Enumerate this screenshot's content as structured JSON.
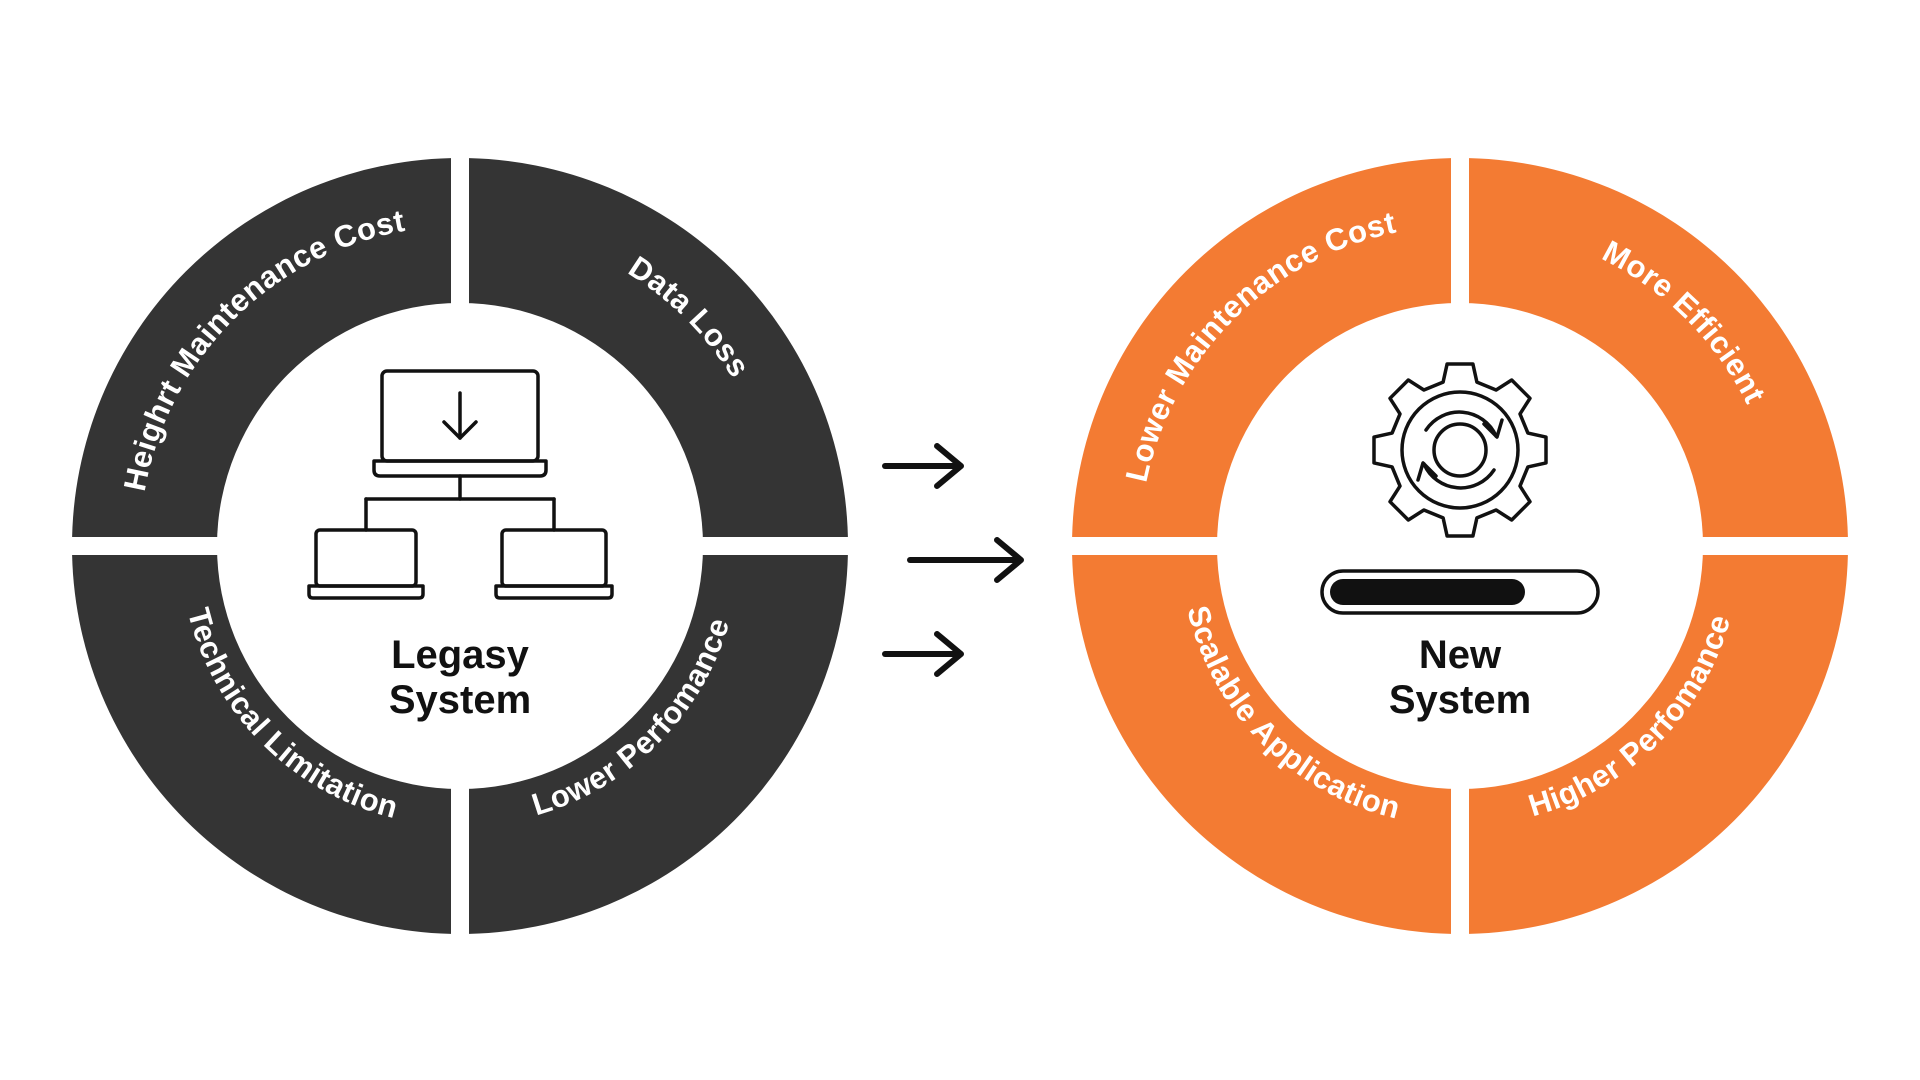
{
  "legacy": {
    "title_line1": "Legasy",
    "title_line2": "System",
    "color": "#343434",
    "center_icon": "network-download-icon",
    "segments": [
      "Heighrt Maintenance Cost",
      "Data Loss",
      "Technical Limitation",
      "Lower Perfomance"
    ]
  },
  "new_system": {
    "title_line1": "New",
    "title_line2": "System",
    "color": "#F37B33",
    "center_icon": "gear-sync-icon",
    "progress_fraction": 0.75,
    "segments": [
      "Lower Maintenance Cost",
      "More Efficient",
      "Scalable Application",
      "Higher Perfomance"
    ]
  },
  "transition": {
    "arrow_icon": "right-arrow-icon",
    "arrow_count": 3
  }
}
